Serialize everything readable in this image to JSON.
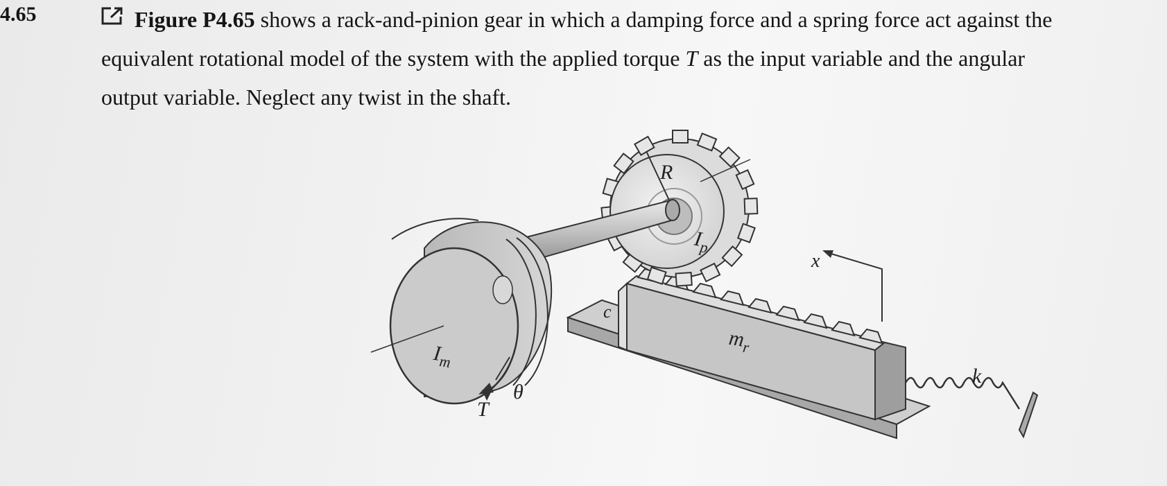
{
  "problem": {
    "number": "4.65",
    "figure_ref": "Figure P4.65",
    "line1_rest": " shows a rack-and-pinion gear in which a damping force and a spring force act against the",
    "line2_a": "equivalent rotational model of the system with the applied torque ",
    "line2_var": "T",
    "line2_b": " as the input variable and the angular ",
    "line3": "output variable. Neglect any twist in the shaft."
  },
  "figure": {
    "labels": {
      "R": "R",
      "Ip_main": "I",
      "Ip_sub": "p",
      "x": "x",
      "c": "c",
      "mr_main": "m",
      "mr_sub": "r",
      "Im_main": "I",
      "Im_sub": "m",
      "theta": "θ",
      "T": "T",
      "k": "k"
    }
  },
  "icons": {
    "external_link": "external-link-icon"
  }
}
